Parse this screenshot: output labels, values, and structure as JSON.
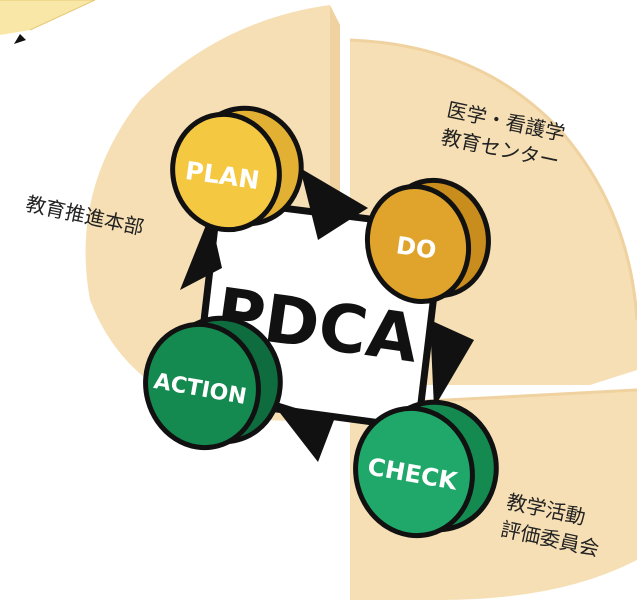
{
  "center": {
    "label": "PDCA"
  },
  "stages": {
    "plan": {
      "label": "PLAN",
      "color": "#F5C842"
    },
    "do": {
      "label": "DO",
      "color": "#E0A42C"
    },
    "check": {
      "label": "CHECK",
      "color": "#1FA86A"
    },
    "action": {
      "label": "ACTION",
      "color": "#148A50"
    }
  },
  "quadrants": {
    "top_left": {
      "lines": [
        "教育推進本部"
      ]
    },
    "top_right": {
      "lines": [
        "医学・看護学",
        "教育センター"
      ]
    },
    "bottom_right": {
      "lines": [
        "教学活動",
        "評価委員会"
      ]
    }
  },
  "colors": {
    "quadrant_fill": "#F6DFB4",
    "quadrant_edge": "#EACB94",
    "corner_fill": "#F8E7A6",
    "outline": "#111111"
  }
}
